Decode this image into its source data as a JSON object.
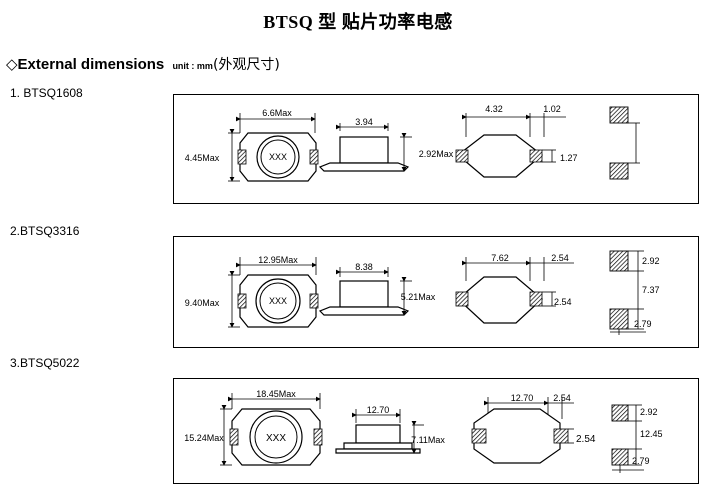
{
  "title": "BTSQ 型  贴片功率电感",
  "heading": {
    "diamond": "◇",
    "text": "External dimensions",
    "unit": "unit : mm",
    "cn": "(外观尺寸)"
  },
  "sections": [
    {
      "label": "1.   BTSQ1608",
      "dims": {
        "w": "6.6Max",
        "h": "4.45Max",
        "mark": "XXX",
        "body_w": "3.94",
        "body_h": "2.92Max",
        "pad_span": "4.32",
        "pad_w": "1.02",
        "pad_h": "1.27"
      }
    },
    {
      "label": "2.BTSQ3316",
      "dims": {
        "w": "12.95Max",
        "h": "9.40Max",
        "mark": "XXX",
        "body_w": "8.38",
        "body_h": "5.21Max",
        "pad_span": "7.62",
        "pad_w": "2.54",
        "pad_h": "2.54",
        "side_top": "2.92",
        "side_mid": "7.37",
        "side_bot": "2.79"
      }
    },
    {
      "label": "3.BTSQ5022",
      "dims": {
        "w": "18.45Max",
        "h": "15.24Max",
        "mark": "XXX",
        "body_w": "12.70",
        "body_h": "7.11Max",
        "pad_span": "12.70",
        "pad_w": "2.54",
        "pad_h": "2.54",
        "side_top": "2.92",
        "side_mid": "12.45",
        "side_bot": "2.79"
      }
    }
  ]
}
